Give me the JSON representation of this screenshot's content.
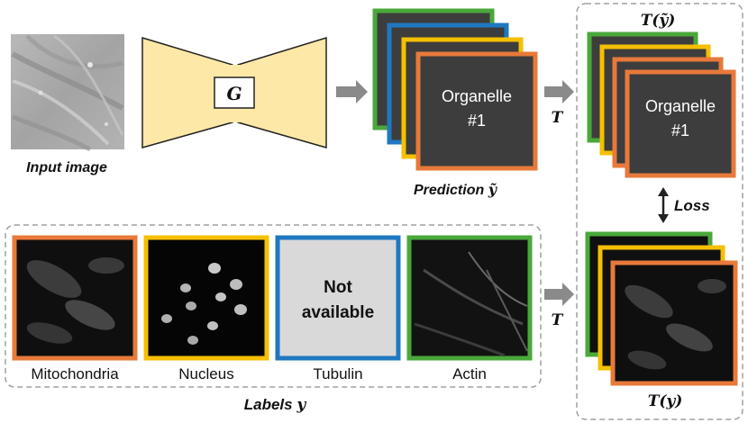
{
  "generator": {
    "symbol": "G"
  },
  "input": {
    "caption": "Input image"
  },
  "prediction": {
    "caption_text": "Prediction",
    "caption_symbol": "ỹ",
    "top_card_line1": "Organelle",
    "top_card_line2": "#1"
  },
  "transform": {
    "symbol": "T"
  },
  "transformed_prediction": {
    "title_fn": "T",
    "title_arg": "(ỹ)",
    "top_card_line1": "Organelle",
    "top_card_line2": "#1"
  },
  "loss": {
    "label": "Loss"
  },
  "transformed_labels": {
    "title_fn": "T",
    "title_arg": "(y)"
  },
  "labels": {
    "caption_text": "Labels",
    "caption_symbol": "y",
    "items": [
      {
        "name": "Mitochondria",
        "color": "#e8793a"
      },
      {
        "name": "Nucleus",
        "color": "#f5c000"
      },
      {
        "name": "Tubulin",
        "color": "#1f78c1",
        "unavailable_line1": "Not",
        "unavailable_line2": "available"
      },
      {
        "name": "Actin",
        "color": "#4aa83a"
      }
    ]
  },
  "colors": {
    "generator_fill": "#fde8a8",
    "arrow": "#8a8a8a",
    "card_dark": "#3d3d3d",
    "dashed": "#a0a0a0",
    "unavailable_fill": "#d9d9d9"
  }
}
